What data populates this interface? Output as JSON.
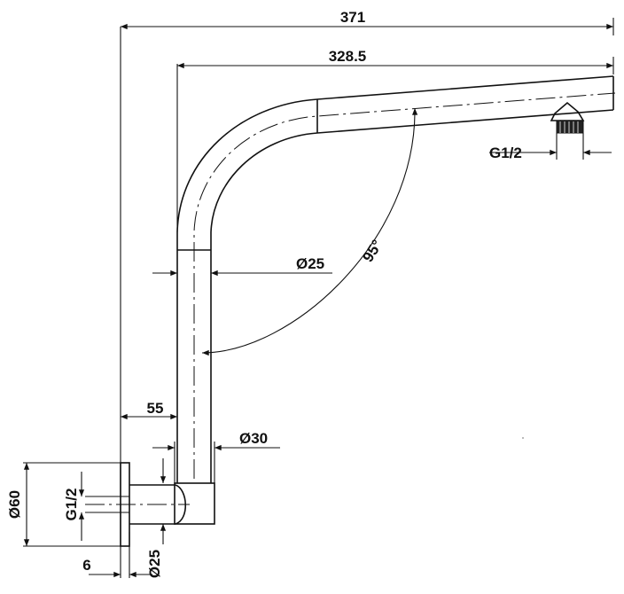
{
  "dimensions": {
    "overall_width": "371",
    "arm_length": "328.5",
    "outlet_thread": "G1/2",
    "tube_diameter": "Ø25",
    "arm_angle": "95°",
    "offset_from_wall": "55",
    "riser_diameter": "Ø30",
    "flange_diameter": "Ø60",
    "inlet_thread": "G1/2",
    "flange_thickness": "6",
    "inlet_diameter": "Ø25"
  },
  "colors": {
    "line": "#111111",
    "background": "#ffffff"
  }
}
